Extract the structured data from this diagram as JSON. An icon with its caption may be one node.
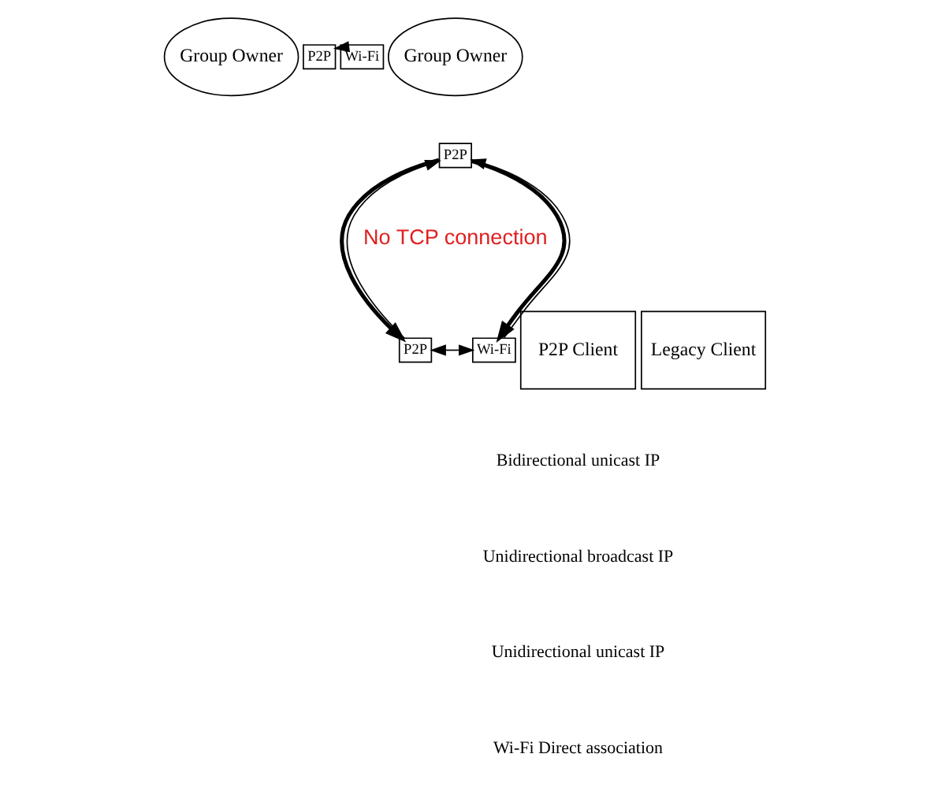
{
  "diagram": {
    "nodes": [
      {
        "text": [
          "Group Owner"
        ]
      },
      {
        "text": [
          "P2P"
        ]
      },
      {
        "text": [
          "Wi-Fi"
        ]
      },
      {
        "text": [
          "Group Owner"
        ]
      },
      {
        "text": [
          "P2P"
        ]
      },
      {
        "text": [
          "P2P Client"
        ]
      },
      {
        "text": [
          "P2P"
        ]
      },
      {
        "text": [
          "Wi-Fi"
        ]
      },
      {
        "text": [
          "Legacy Client"
        ]
      }
    ],
    "edges": [
      {
        "from": 2,
        "to": 1,
        "arrow": "to",
        "style": "dashed"
      },
      {
        "from": 4,
        "to": 6,
        "arrow": "to",
        "style": "thick"
      },
      {
        "from": 6,
        "to": 4,
        "arrow": "to"
      },
      {
        "from": 4,
        "to": 7,
        "arrow": "to",
        "style": "thick"
      },
      {
        "from": 7,
        "to": 4,
        "arrow": "to"
      },
      {
        "from": 6,
        "to": 7,
        "arrow": "both"
      }
    ],
    "labels": [
      "No TCP connection"
    ],
    "legend": [
      {
        "text": "Bidirectional unicast IP"
      },
      {
        "text": "Unidirectional broadcast IP"
      },
      {
        "text": "Unidirectional unicast IP"
      },
      {
        "text": "Wi-Fi Direct association"
      }
    ]
  }
}
